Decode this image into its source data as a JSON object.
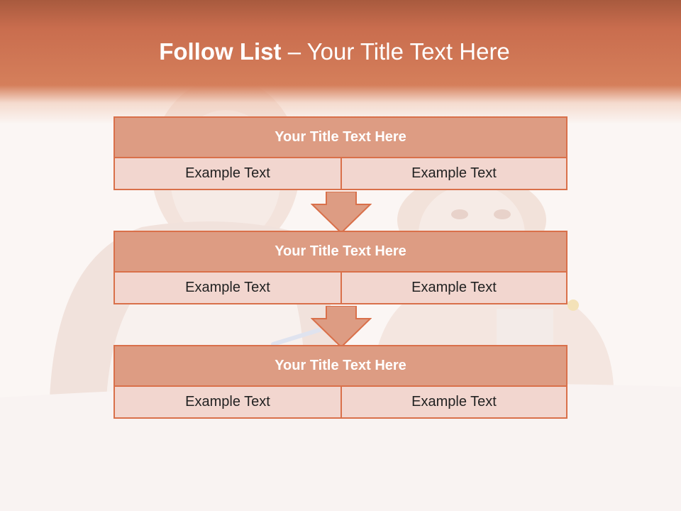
{
  "slide": {
    "title_bold": "Follow List",
    "title_rest": "– Your Title Text Here"
  },
  "blocks": [
    {
      "title": "Your Title Text Here",
      "left": "Example Text",
      "right": "Example Text"
    },
    {
      "title": "Your Title Text Here",
      "left": "Example Text",
      "right": "Example Text"
    },
    {
      "title": "Your Title Text Here",
      "left": "Example Text",
      "right": "Example Text"
    }
  ],
  "colors": {
    "accent": "#d9704a",
    "header_fill": "#dd9c83",
    "cell_fill": "#f2d6cf",
    "title_bar": "#c96d4e"
  }
}
